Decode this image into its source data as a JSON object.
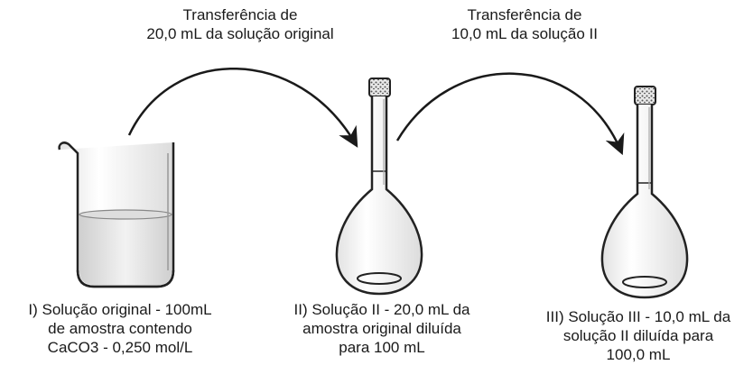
{
  "transfers": [
    {
      "line1": "Transferência de",
      "line2": "20,0 mL da solução original"
    },
    {
      "line1": "Transferência de",
      "line2": "10,0 mL da solução II"
    }
  ],
  "captions": [
    {
      "line1": "I) Solução original - 100mL",
      "line2": "de amostra contendo",
      "line3": "CaCO3 - 0,250 mol/L"
    },
    {
      "line1": "II) Solução II - 20,0 mL da",
      "line2": "amostra original diluída",
      "line3": "para 100 mL"
    },
    {
      "line1": "III) Solução III - 10,0 mL da",
      "line2": "solução II diluída para",
      "line3": "100,0 mL"
    }
  ]
}
